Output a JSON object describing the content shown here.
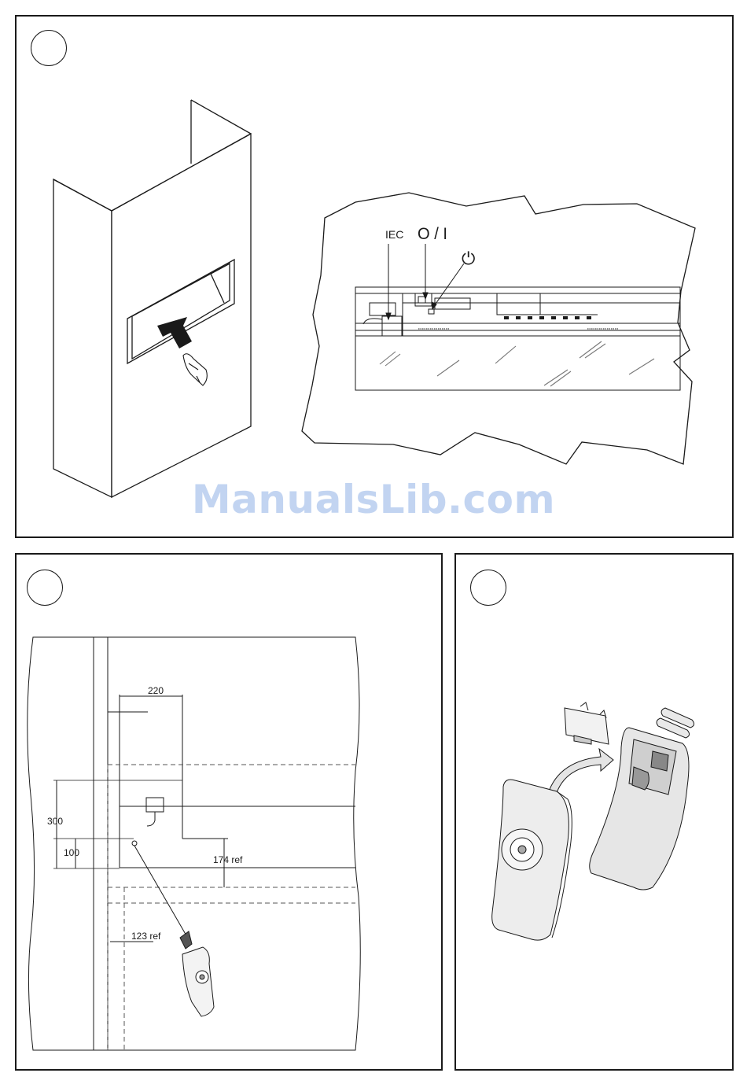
{
  "top_panel": {
    "labels": {
      "iec": "IEC",
      "power_switch": "O / I",
      "standby_symbol": "⏻"
    }
  },
  "install_panel": {
    "dimensions": {
      "width_220": "220",
      "height_300": "300",
      "height_100": "100",
      "ref_174": "174 ref",
      "ref_123": "123 ref"
    }
  },
  "remote_panel": {},
  "watermark": {
    "text": "ManualsLib.com",
    "color": "#78A0E1"
  },
  "icons": [
    "step-circle-icon",
    "arrow-icon",
    "hand-icon",
    "standby-icon",
    "remote-control-icon",
    "battery-icon",
    "battery-cover-icon"
  ]
}
